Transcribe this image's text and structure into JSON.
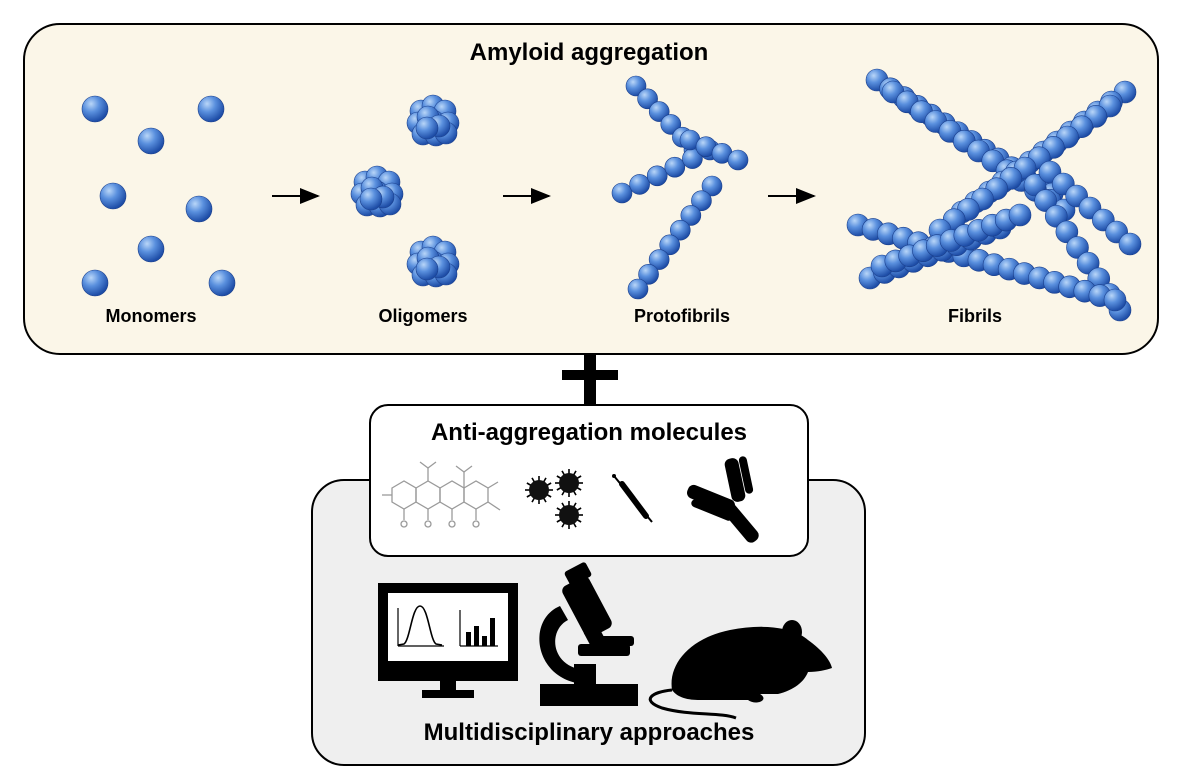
{
  "top_panel": {
    "title": "Amyloid aggregation",
    "stages": [
      {
        "label": "Monomers"
      },
      {
        "label": "Oligomers"
      },
      {
        "label": "Protofibrils"
      },
      {
        "label": "Fibrils"
      }
    ]
  },
  "middle_panel": {
    "title": "Anti-aggregation molecules",
    "icons": [
      "chemical-structure-icon",
      "nanoparticles-icon",
      "peptide-icon",
      "antibody-icon"
    ]
  },
  "bottom_panel": {
    "title": "Multidisciplinary approaches",
    "icons": [
      "computer-monitor-icon",
      "microscope-icon",
      "mouse-icon"
    ]
  },
  "colors": {
    "top_panel_fill": "#fbf6e8",
    "bottom_panel_fill": "#efefef",
    "sphere_light": "#9dc3f2",
    "sphere_mid": "#4f86d8",
    "sphere_dark": "#1f4fa8"
  }
}
